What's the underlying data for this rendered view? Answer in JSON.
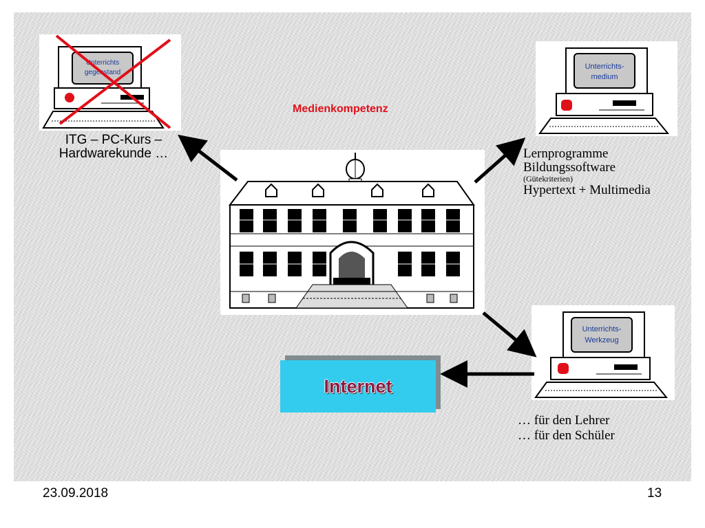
{
  "center_label": "Medienkompetenz",
  "computers": [
    {
      "screen_line1": "Unterrichts",
      "screen_line2": "gegenstand",
      "crossed_out": true
    },
    {
      "screen_line1": "Unterrichts-",
      "screen_line2": "medium",
      "crossed_out": false
    },
    {
      "screen_line1": "Unterrichts-",
      "screen_line2": "Werkzeug",
      "crossed_out": false
    }
  ],
  "left_caption": {
    "line1": "ITG – PC-Kurs –",
    "line2": "Hardwarekunde …"
  },
  "right_top": {
    "line1": "Lernprogramme",
    "line2": "Bildungssoftware",
    "line3": "(Gütekriterien)",
    "line4": "Hypertext + Multimedia"
  },
  "right_bottom": {
    "line1": "… für den Lehrer",
    "line2": "… für den Schüler"
  },
  "internet_label": "Internet",
  "footer": {
    "date": "23.09.2018",
    "page": "13"
  },
  "colors": {
    "accent_red": "#e0101a",
    "internet_bg": "#33ccee",
    "internet_text": "#8b1a44",
    "screen": "#c8c8c8"
  }
}
